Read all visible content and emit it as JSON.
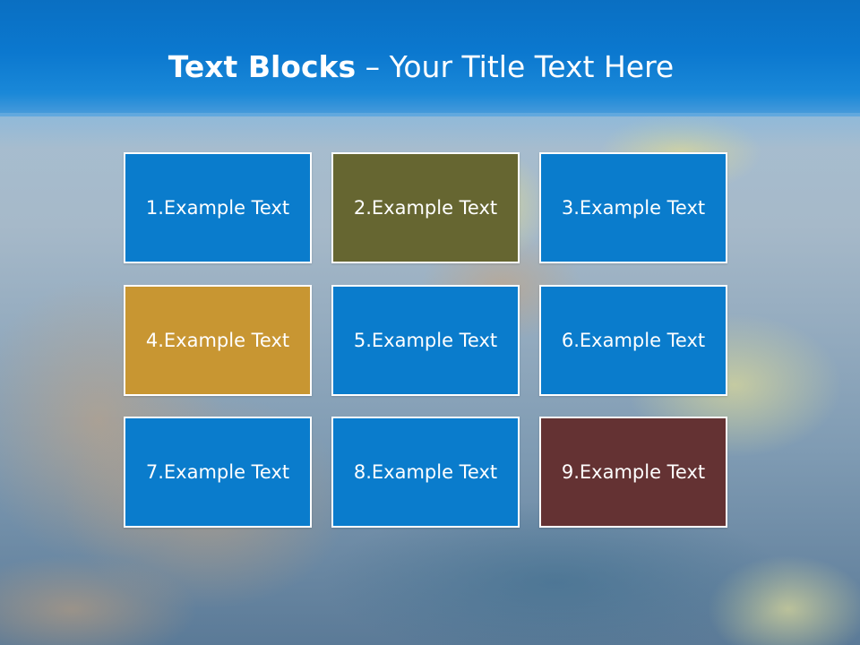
{
  "slide": {
    "title_bold": "Text Blocks",
    "title_rest": " – Your Title Text Here"
  },
  "colors": {
    "header": "#0b78cf",
    "block_blue": "#0a7ccc",
    "block_olive": "#666631",
    "block_gold": "#c89632",
    "block_maroon": "#643233",
    "border": "#ffffff"
  },
  "blocks": [
    {
      "label": "1.Example Text",
      "color": "#0a7ccc"
    },
    {
      "label": "2.Example Text",
      "color": "#666631"
    },
    {
      "label": "3.Example Text",
      "color": "#0a7ccc"
    },
    {
      "label": "4.Example Text",
      "color": "#c89632"
    },
    {
      "label": "5.Example Text",
      "color": "#0a7ccc"
    },
    {
      "label": "6.Example Text",
      "color": "#0a7ccc"
    },
    {
      "label": "7.Example Text",
      "color": "#0a7ccc"
    },
    {
      "label": "8.Example Text",
      "color": "#0a7ccc"
    },
    {
      "label": "9.Example Text",
      "color": "#643233"
    }
  ]
}
